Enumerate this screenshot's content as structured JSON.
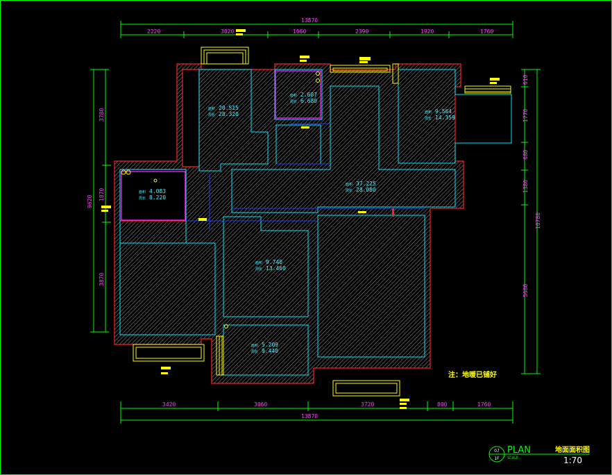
{
  "dimensions": {
    "top_total": "13870",
    "top_segments": [
      "2220",
      "3020",
      "1660",
      "2390",
      "1920",
      "1760"
    ],
    "bottom_segments": [
      "3420",
      "3060",
      "3720",
      "800",
      "1760"
    ],
    "bottom_total": "13870",
    "left_total": "9620",
    "left_segments": [
      "3780",
      "1870",
      "3870"
    ],
    "right_total": "10780",
    "right_segments": [
      "610",
      "1770",
      "680",
      "1380",
      "5680"
    ]
  },
  "rooms": [
    {
      "id": "bedroom-top-left",
      "prefix1": "面积",
      "area": "20.515",
      "prefix2": "周长",
      "perimeter": "28.320"
    },
    {
      "id": "bathroom-top",
      "prefix1": "面积",
      "area": "2.687",
      "prefix2": "周长",
      "perimeter": "6.680"
    },
    {
      "id": "bedroom-top-right",
      "prefix1": "面积",
      "area": "9.564",
      "prefix2": "周长",
      "perimeter": "14.359"
    },
    {
      "id": "living",
      "prefix1": "面积",
      "area": "37.225",
      "prefix2": "周长",
      "perimeter": "28.080"
    },
    {
      "id": "kitchen",
      "prefix1": "面积",
      "area": "4.083",
      "prefix2": "周长",
      "perimeter": "8.220"
    },
    {
      "id": "room-middle",
      "prefix1": "面积",
      "area": "9.740",
      "prefix2": "周长",
      "perimeter": "13.460"
    },
    {
      "id": "room-bottom",
      "prefix1": "面积",
      "area": "5.209",
      "prefix2": "周长",
      "perimeter": "9.440"
    }
  ],
  "note": "注：地暖已铺好",
  "title_block": {
    "plan_label": "PLAN",
    "scale_label": "SCALE",
    "drawing_number_top": "07",
    "drawing_number_bottom": "1F",
    "title": "地面面积图",
    "scale_value": "1:70"
  },
  "colors": {
    "background": "#000000",
    "frame": "#00ff00",
    "dimension_line": "#00ff00",
    "dimension_text": "#ff40ff",
    "wall_outline": "#ff2020",
    "room_outline": "#00e5ff",
    "room_text": "#4cf0ff",
    "window": "#ffff00",
    "pipe": "#2040ff"
  }
}
